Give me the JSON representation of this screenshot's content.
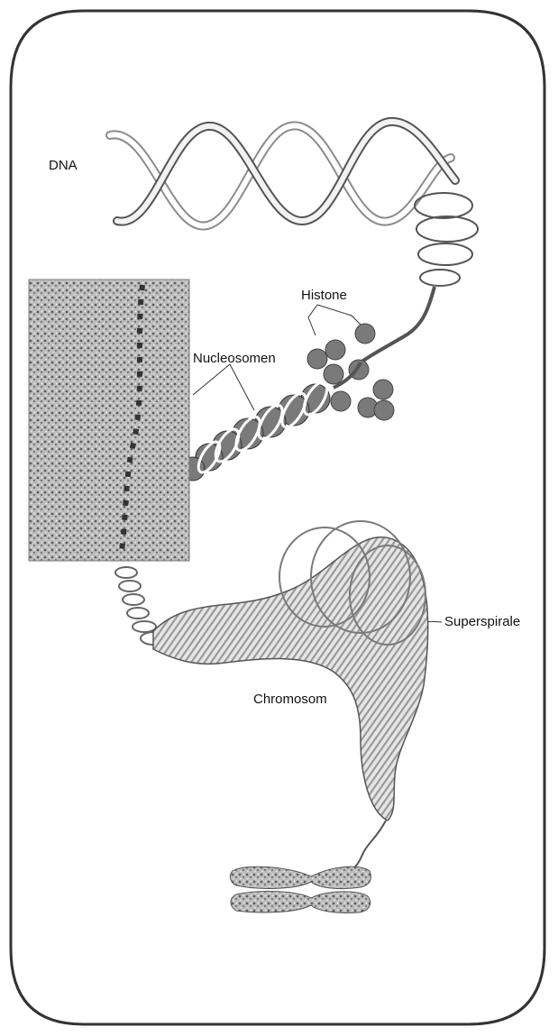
{
  "labels": {
    "dna": "DNA",
    "histone": "Histone",
    "nucleosomen": "Nucleosomen",
    "superspirale": "Superspirale",
    "chromosom": "Chromosom"
  },
  "colors": {
    "frame": "#333333",
    "ribbon_light": "#f4f4f4",
    "ribbon_dark": "#8c8c8c",
    "histone": "#7a7a7a",
    "chromatin": "#8a8a8a",
    "coil": "#c8c8c8"
  }
}
